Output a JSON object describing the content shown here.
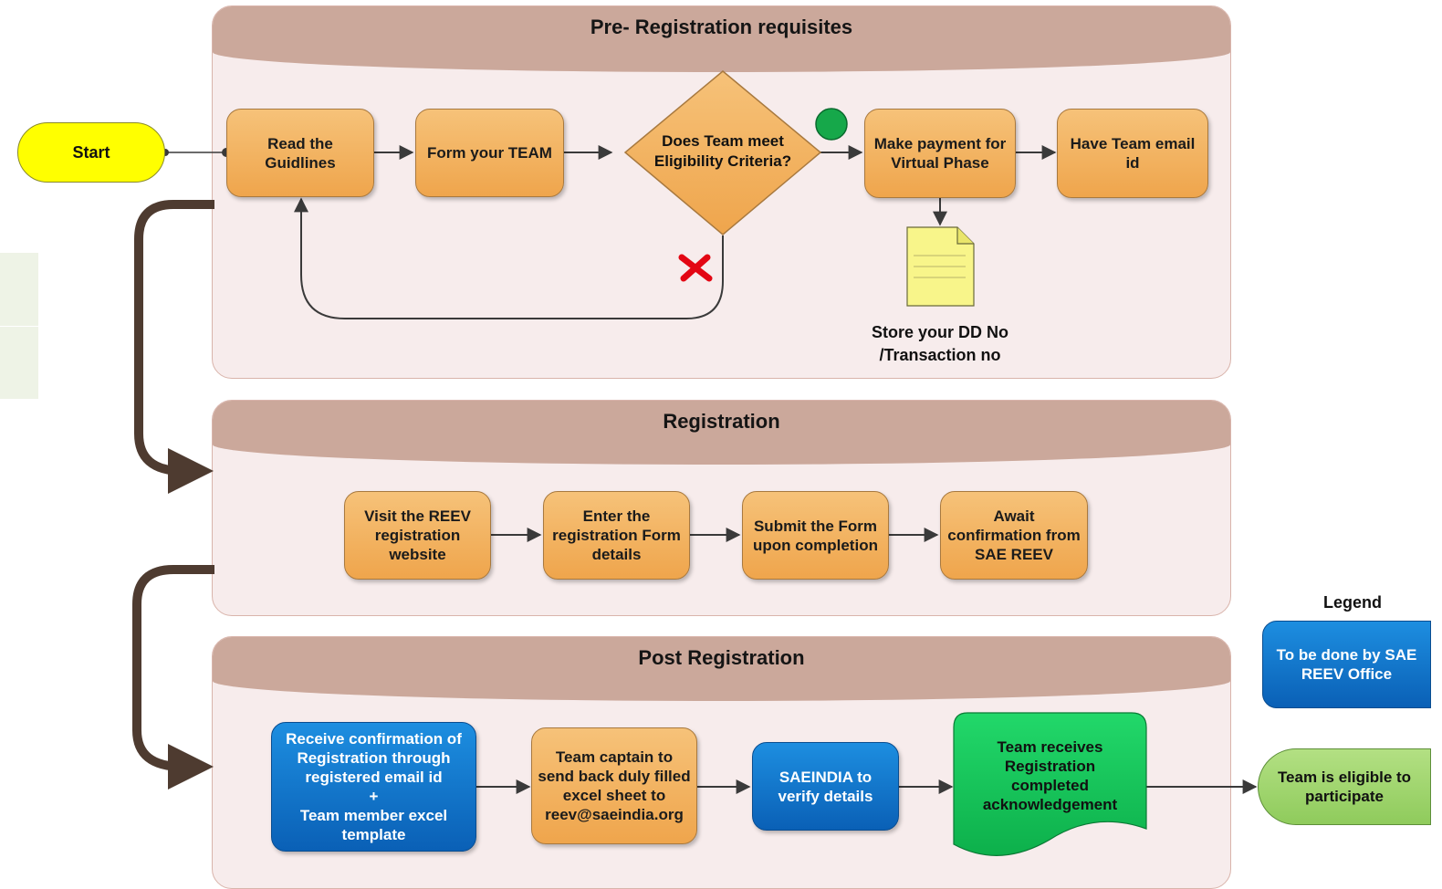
{
  "start": {
    "label": "Start"
  },
  "sections": {
    "pre": {
      "title": "Pre- Registration requisites",
      "read": "Read the Guidlines",
      "form_team": "Form your TEAM",
      "decision": "Does Team meet Eligibility Criteria?",
      "payment": "Make payment for Virtual Phase",
      "email": "Have Team email id",
      "store": "Store your DD No /Transaction no"
    },
    "reg": {
      "title": "Registration",
      "visit": "Visit the REEV registration website",
      "enter": "Enter the registration Form details",
      "submit": "Submit the Form upon completion",
      "await": "Await confirmation from SAE REEV"
    },
    "post": {
      "title": "Post Registration",
      "receive_line1": "Receive confirmation of Registration through registered email id",
      "receive_plus": "+",
      "receive_line2": "Team member excel template",
      "captain": "Team captain to send back duly filled excel sheet to reev@saeindia.org",
      "verify": "SAEINDIA to verify details",
      "ack": "Team receives Registration completed acknowledgement",
      "eligible": "Team is eligible to participate"
    }
  },
  "legend": {
    "title": "Legend",
    "item": "To be done by SAE REEV Office"
  },
  "colors": {
    "process": "#efa54c",
    "sae_office": "#0a60b6",
    "start": "#ffff00",
    "yes_marker": "#16a84a",
    "no_marker": "#e30613",
    "acknowledgement": "#11c95a",
    "eligible": "#9ad36a",
    "connector": "#4e3b30"
  }
}
